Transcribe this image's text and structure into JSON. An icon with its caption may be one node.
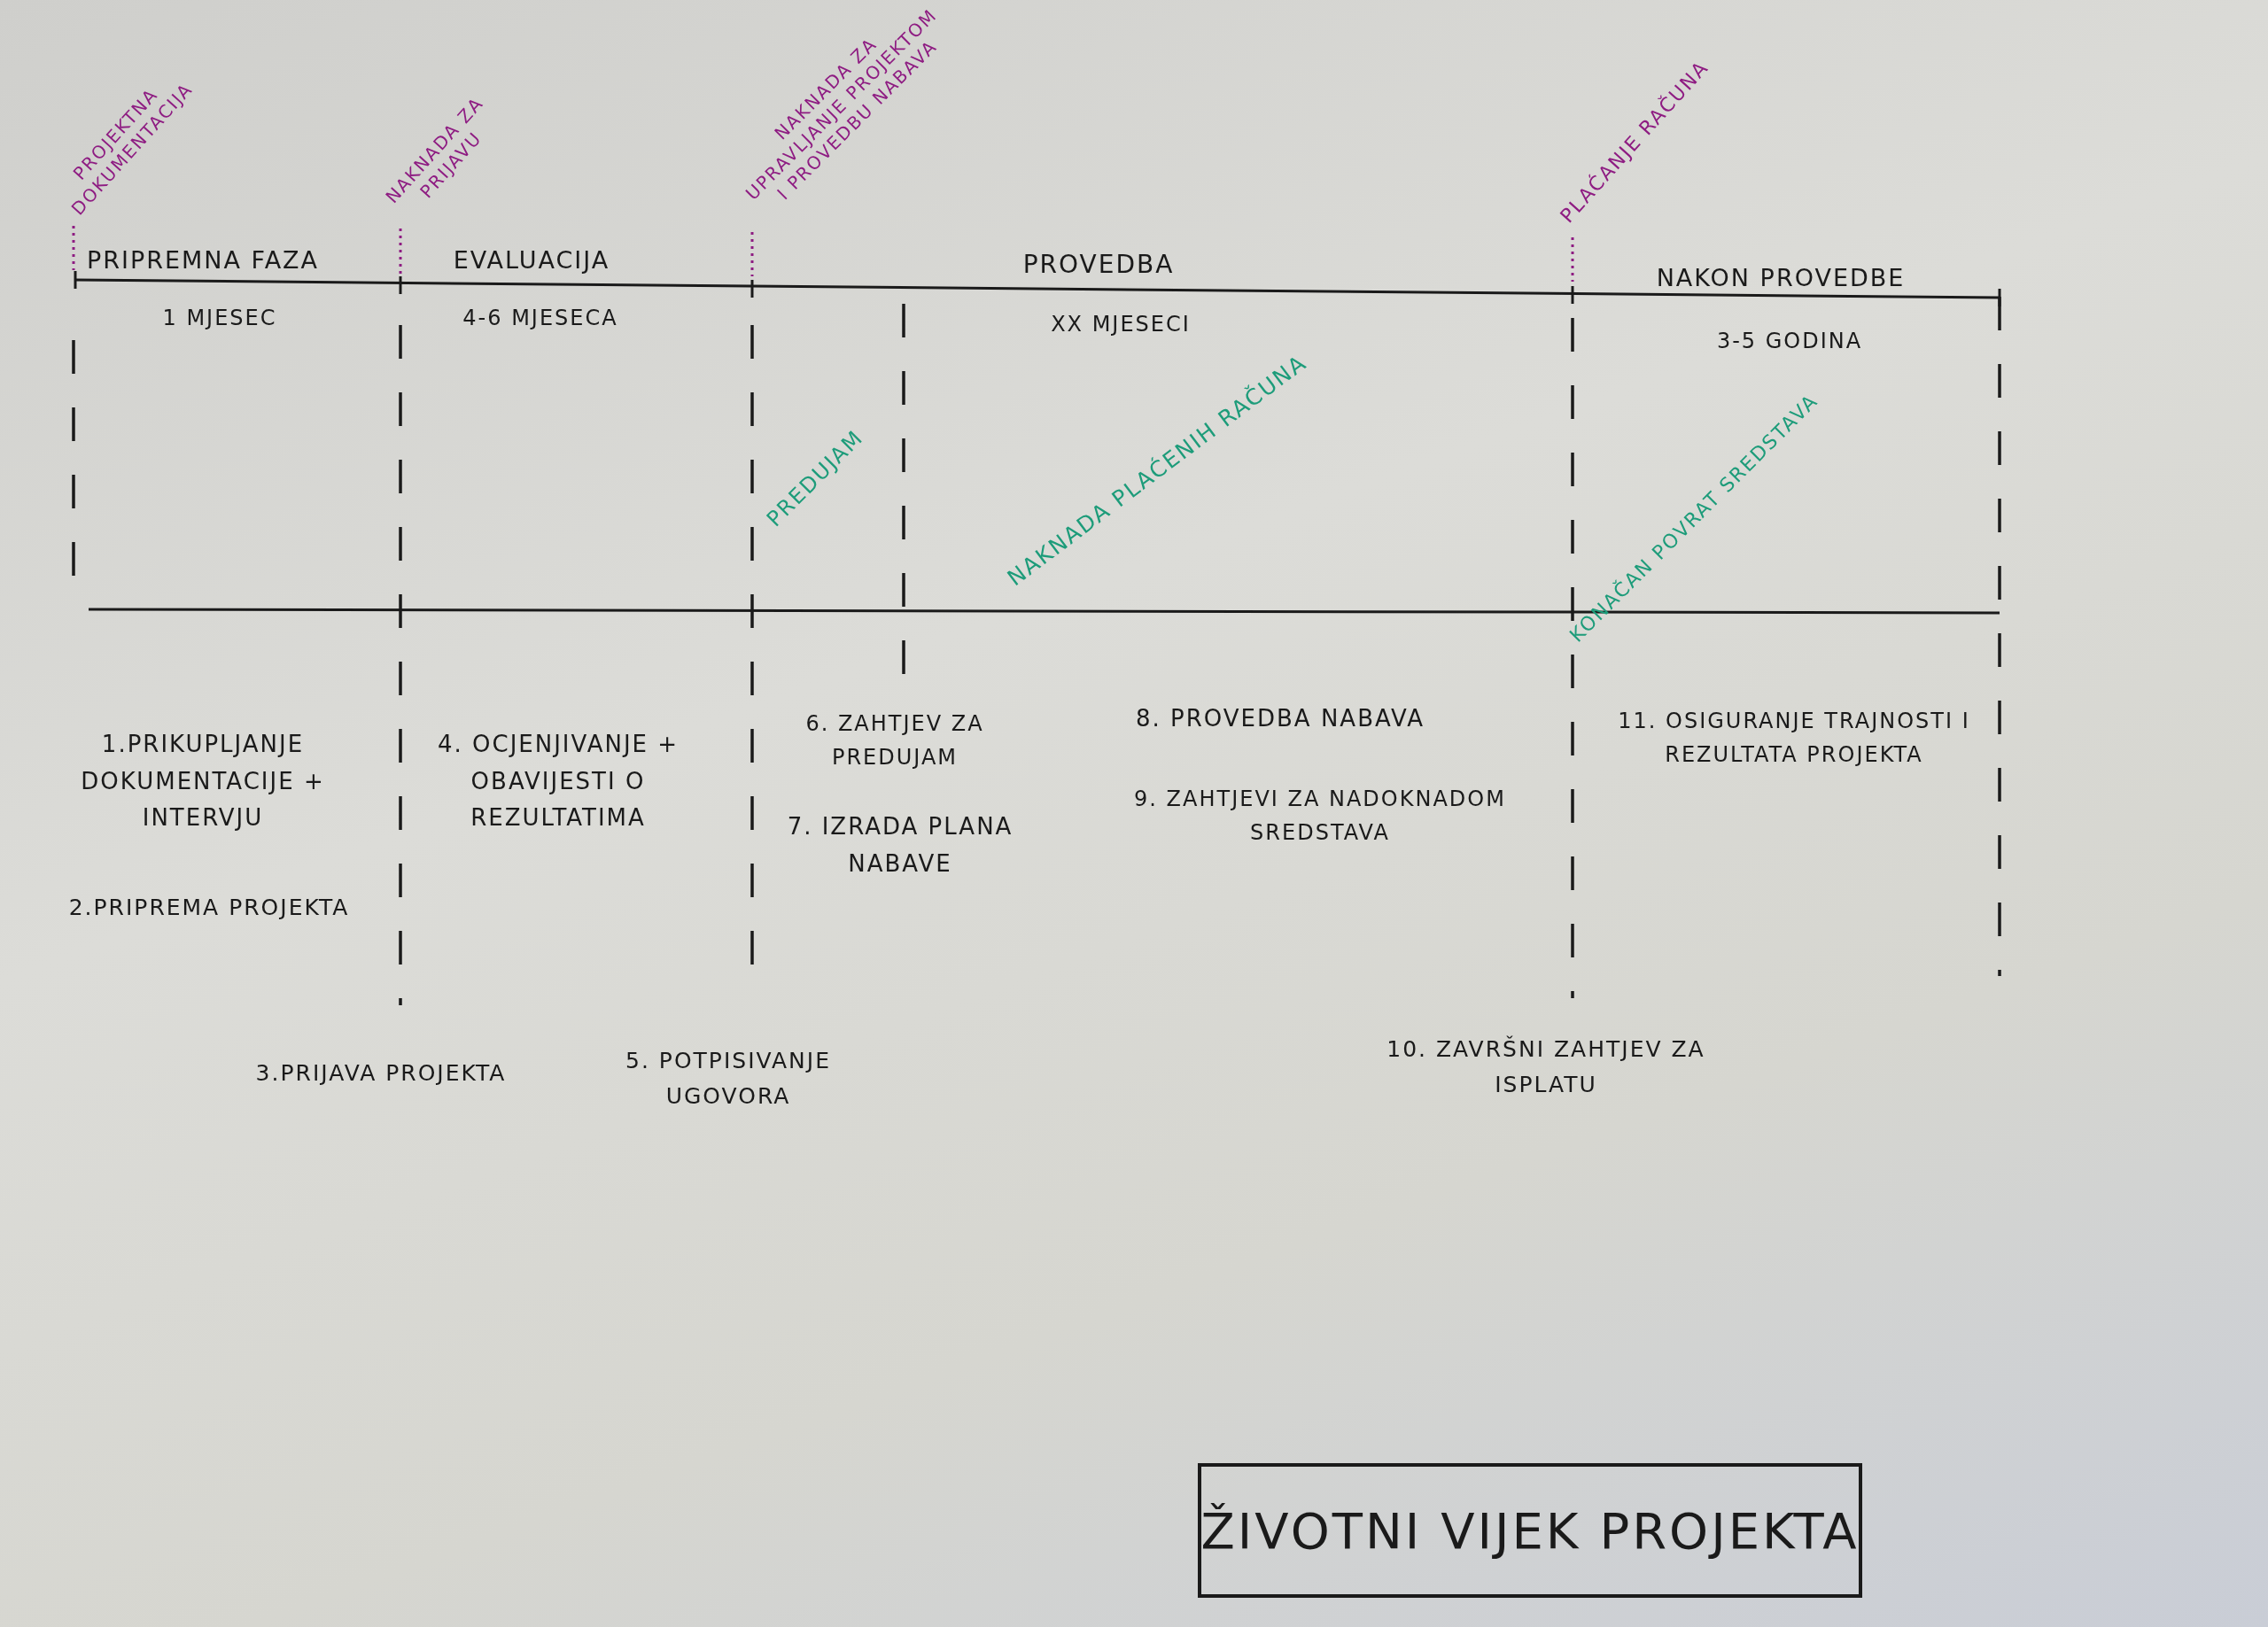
{
  "diagram": {
    "title": "ŽIVOTNI VIJEK PROJEKTA",
    "labels": [
      "PROJEKTNA DOKUMENTACIJA",
      "NAKNADA ZA PRIJAVU",
      "NAKNADA ZA UPRAVLJANJE PROJEKTOM I PROVEDBU NABAVA",
      "PLAĆANJE RAČUNA",
      "PRIPREMNA FAZA",
      "EVALUACIJA",
      "PROVEDBA",
      "NAKON PROVEDBE",
      "1 MJESEC",
      "4-6 MJESECA",
      "XX MJESECI",
      "3-5 GODINA",
      "PREDUJAM",
      "NAKNADA PLAĆENIH RAČUNA",
      "KONAČAN POVRAT SREDSTAVA",
      "1.PRIKUPLJANJE DOKUMENTACIJE + INTERVJU",
      "4. OCJENJIVANJE + OBAVIJESTI O REZULTATIMA",
      "6. ZAHTJEV ZA PREDUJAM",
      "8. PROVEDBA NABAVA",
      "11. OSIGURANJE TRAJNOSTI I REZULTATA PROJEKTA",
      "9. ZAHTJEVI ZA NADOKNADOM SREDSTAVA",
      "7. IZRADA PLANA NABAVE",
      "2.PRIPREMA PROJEKTA",
      "5. POTPISIVANJE UGOVORA",
      "10. ZAVRŠNI ZAHTJEV ZA ISPLATU",
      "3.PRIJAVA PROJEKTA"
    ]
  }
}
